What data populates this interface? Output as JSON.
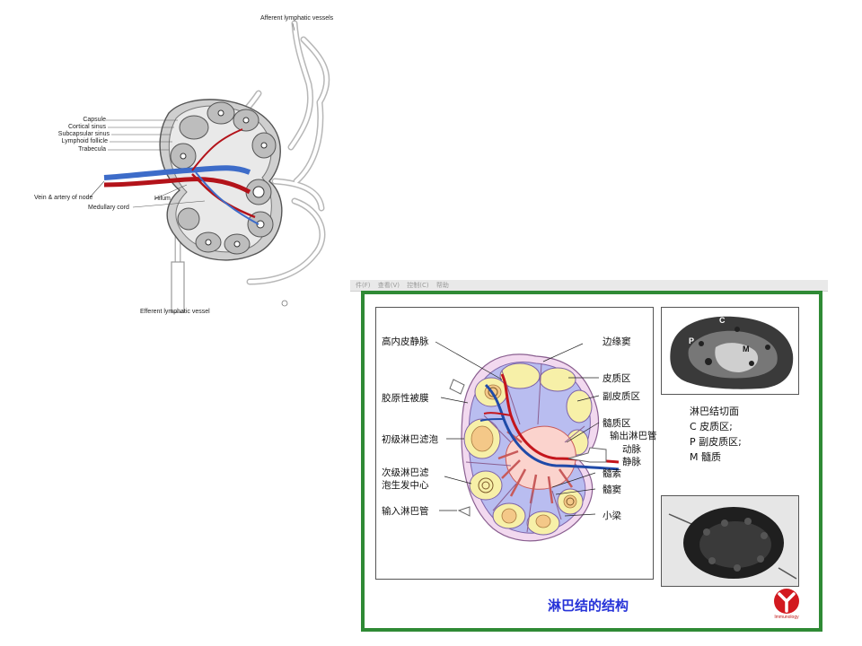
{
  "left_figure": {
    "labels": {
      "afferent": "Afferent lymphatic vessels",
      "capsule": "Capsule",
      "cortical_sinus": "Cortical sinus",
      "subcapsular_sinus": "Subcapsular sinus",
      "lymphoid_follicle": "Lymphoid follicle",
      "trabecula": "Trabecula",
      "vein_artery": "Vein & artery of node",
      "hilum": "Hilum",
      "medullary_cord": "Medullary cord",
      "efferent": "Efferent lymphatic vessel"
    }
  },
  "slide": {
    "menu_items": [
      "件(F)",
      "查看(V)",
      "控制(C)",
      "帮助"
    ],
    "diagram_labels": {
      "hev": "高内皮静脉",
      "marginal_sinus": "边缘窦",
      "cortex": "皮质区",
      "paracortex": "副皮质区",
      "collagen_capsule": "胶原性被膜",
      "medulla": "髓质区",
      "efferent_duct": "输出淋巴管",
      "primary_follicle": "初级淋巴滤泡",
      "artery": "动脉",
      "vein": "静脉",
      "secondary_follicle_1": "次级淋巴滤",
      "secondary_follicle_2": "泡生发中心",
      "medullary_cord": "髓索",
      "medullary_sinus": "髓窦",
      "afferent_duct": "输入淋巴管",
      "trabecula": "小梁"
    },
    "photo_marks": {
      "c": "C",
      "p": "P",
      "m": "M"
    },
    "legend": {
      "title": "淋巴结切面",
      "line_c": "C   皮质区;",
      "line_p": "P   副皮质区;",
      "line_m": "M  髓质"
    },
    "caption": "淋巴结的结构",
    "logo_text": "Immunology",
    "colors": {
      "frame": "#2f8a35",
      "caption": "#2633d8",
      "artery": "#c4161c",
      "vein": "#1f4aa8"
    }
  }
}
